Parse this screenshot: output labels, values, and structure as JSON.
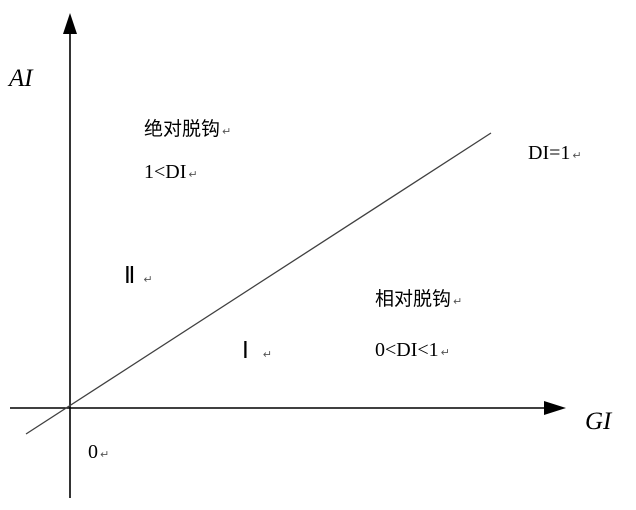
{
  "axes": {
    "y_label": "AI",
    "x_label": "GI",
    "origin_label": "0"
  },
  "line_label": "DI=1",
  "regions": {
    "absolute": {
      "name": "绝对脱钩",
      "condition": "1<DI",
      "numeral": "Ⅱ"
    },
    "relative": {
      "name": "相对脱钩",
      "condition": "0<DI<1",
      "numeral": "Ⅰ"
    }
  },
  "return_mark": "↵",
  "colors": {
    "stroke": "#000000",
    "line": "#404040"
  }
}
